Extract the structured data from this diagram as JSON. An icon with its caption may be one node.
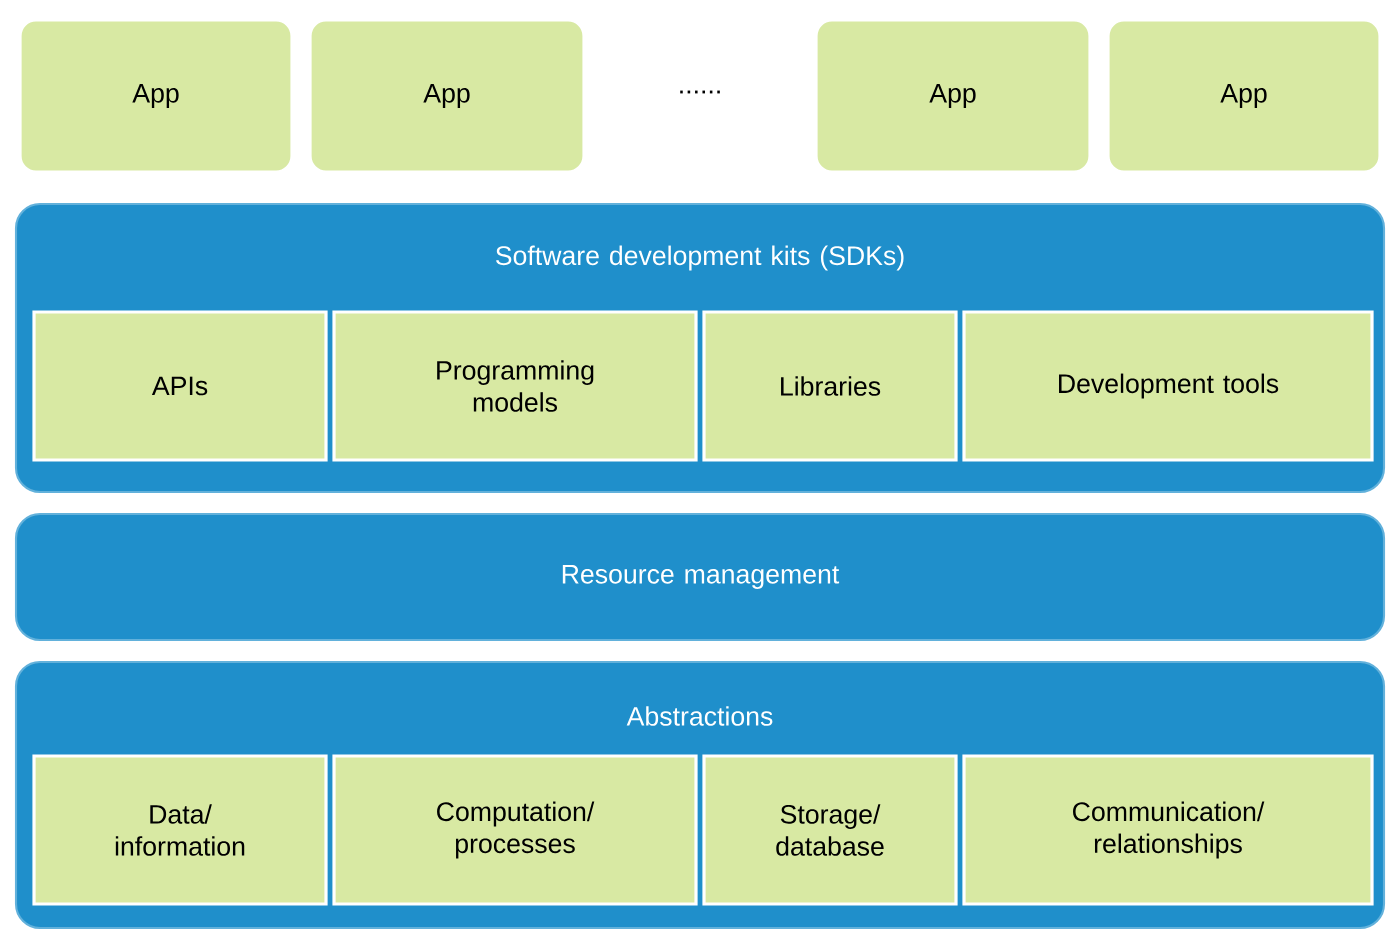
{
  "diagram": {
    "nodes": [
      {
        "text": [
          "App"
        ]
      },
      {
        "text": [
          "App"
        ]
      },
      {
        "text": [
          "App"
        ]
      },
      {
        "text": [
          "App"
        ]
      },
      {
        "text": [
          "Software development kits (SDKs)"
        ]
      },
      {
        "text": [
          "APIs"
        ],
        "in": 4
      },
      {
        "text": [
          "Programming models"
        ],
        "in": 4
      },
      {
        "text": [
          "Libraries"
        ],
        "in": 4
      },
      {
        "text": [
          "Development tools"
        ],
        "in": 4
      },
      {
        "text": [
          "Resource management"
        ]
      },
      {
        "text": [
          "Abstractions"
        ]
      },
      {
        "text": [
          "Data/ information"
        ],
        "in": 10
      },
      {
        "text": [
          "Computation/ processes"
        ],
        "in": 10
      },
      {
        "text": [
          "Storage/ database"
        ],
        "in": 10
      },
      {
        "text": [
          "Communication/ relationships"
        ],
        "in": 10
      }
    ],
    "labels": [
      "......"
    ]
  }
}
